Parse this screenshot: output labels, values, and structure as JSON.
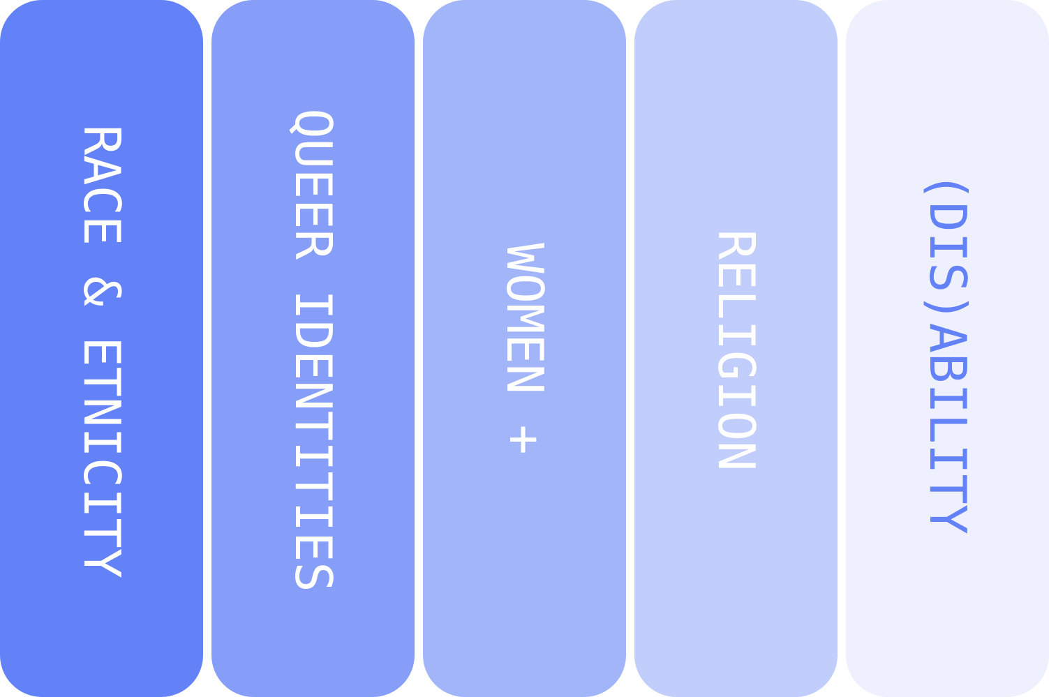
{
  "cards": [
    {
      "label": "RACE & ETNICITY",
      "background": "#6482f7",
      "text_color": "#ffffff"
    },
    {
      "label": "QUEER IDENTITIES",
      "background": "#869ef8",
      "text_color": "#ffffff"
    },
    {
      "label": "WOMEN +",
      "background": "#a3b5f9",
      "text_color": "#ffffff"
    },
    {
      "label": "RELIGION",
      "background": "#c1cdfa",
      "text_color": "#ffffff"
    },
    {
      "label": "(DIS)ABILITY",
      "background": "#eef1fd",
      "text_color": "#6482f7"
    }
  ]
}
